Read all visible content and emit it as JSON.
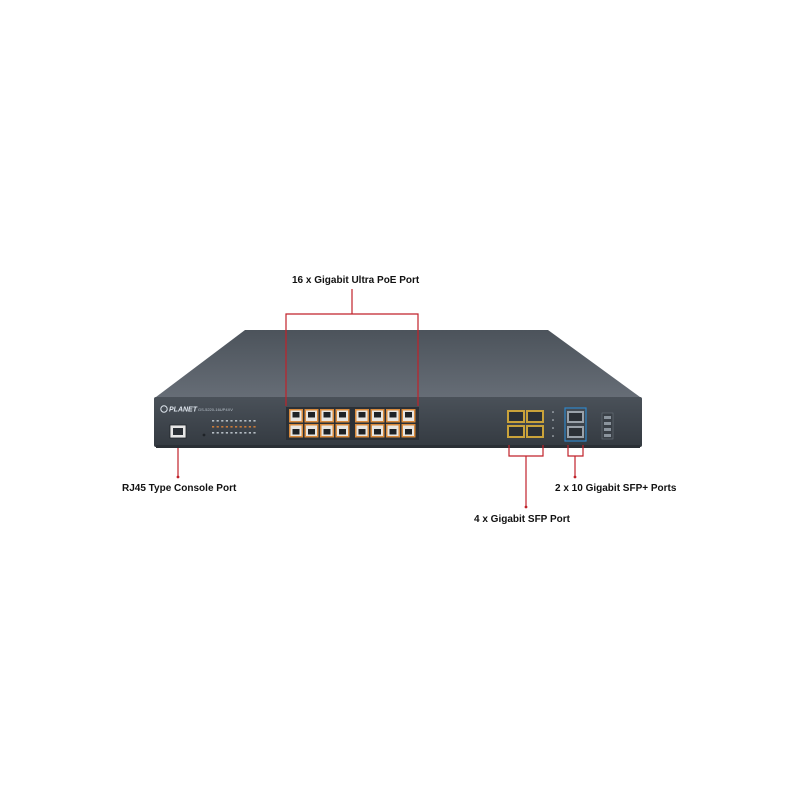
{
  "callouts": {
    "poe_ports": "16 x Gigabit Ultra PoE Port",
    "console_port": "RJ45 Type Console Port",
    "sfp_plus_ports": "2 x 10 Gigabit SFP+ Ports",
    "sfp_ports": "4 x Gigabit SFP Port"
  },
  "device": {
    "brand": "PLANET",
    "model": "GS-5220-16UP4XV"
  },
  "colors": {
    "chassis_top": "#5a616a",
    "chassis_front": "#3e454d",
    "callout_line": "#c0222a",
    "sfp_plus_highlight": "#2f86c8",
    "poe_port_frame": "#d88a3c"
  }
}
